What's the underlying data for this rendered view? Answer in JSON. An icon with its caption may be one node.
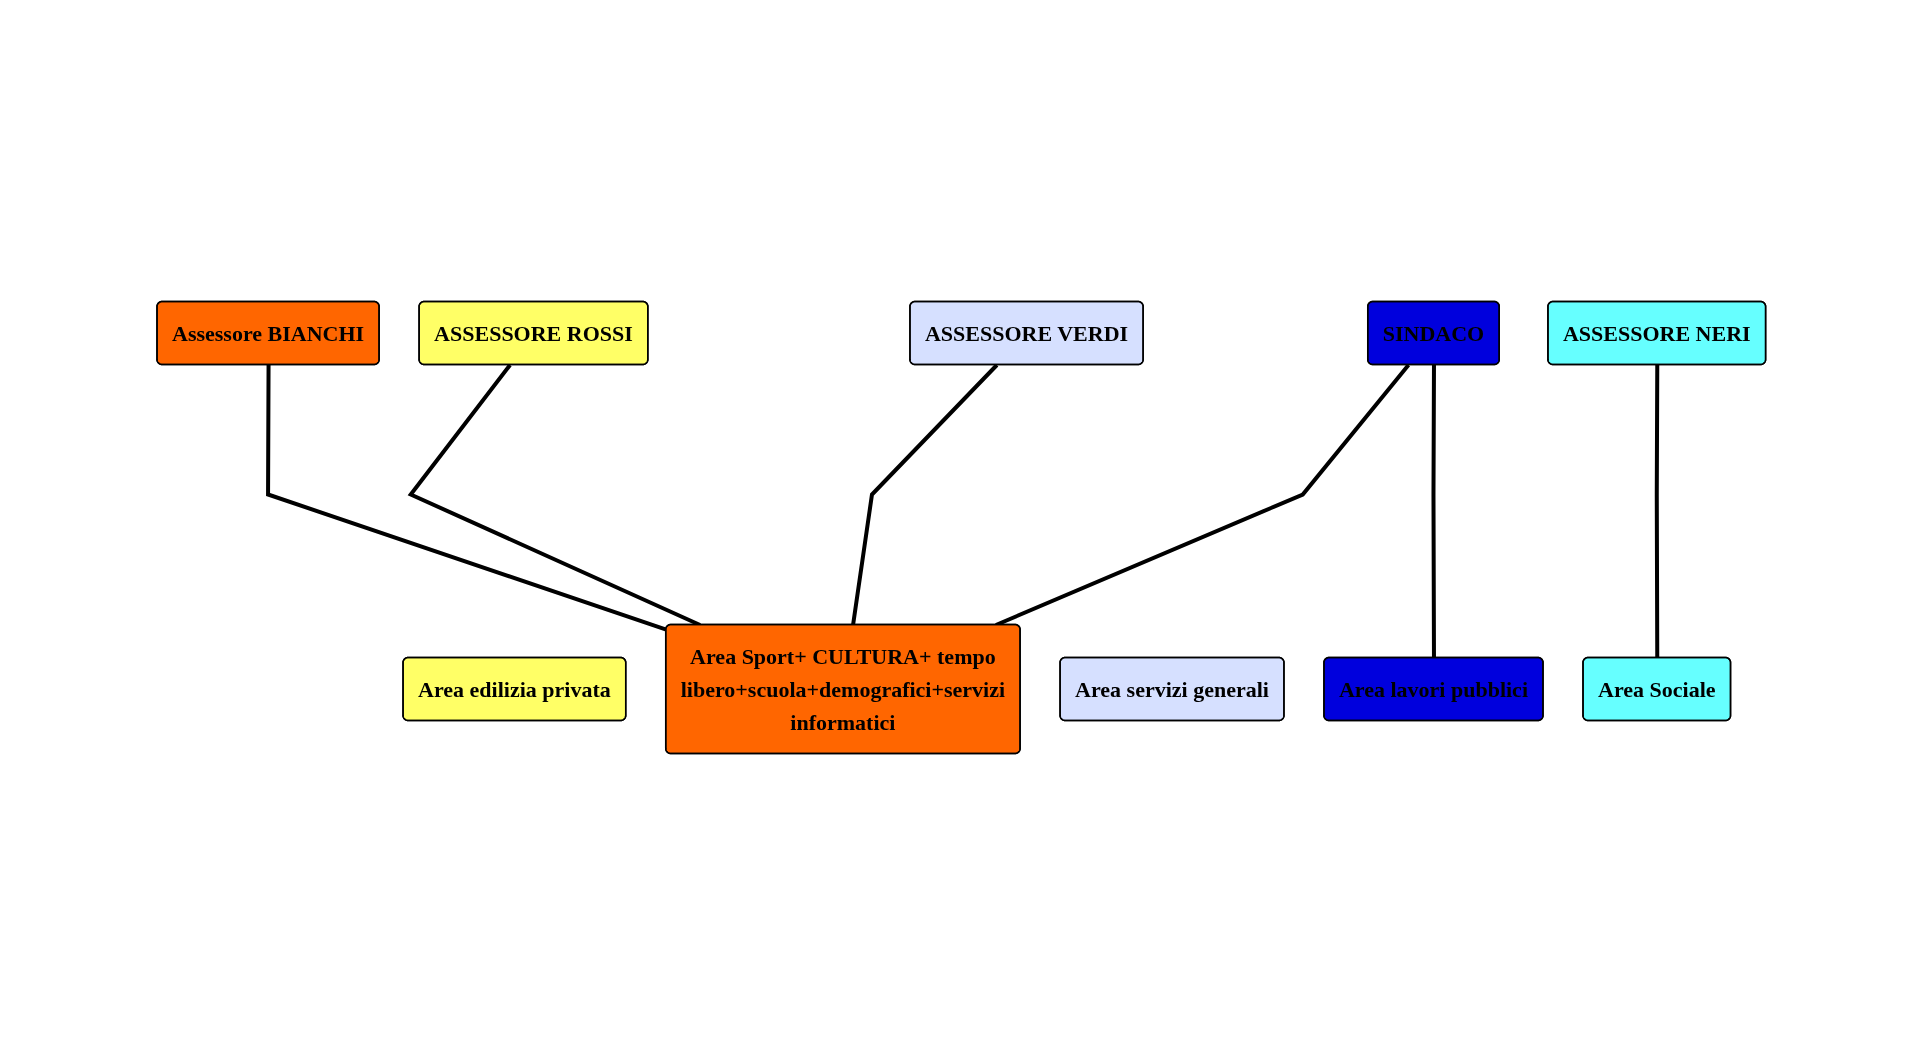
{
  "diagram": {
    "nodes": [
      {
        "text": [
          "Assessore BIANCHI"
        ]
      },
      {
        "text": [
          "ASSESSORE ROSSI"
        ]
      },
      {
        "text": [
          "ASSESSORE VERDI"
        ]
      },
      {
        "text": [
          "ASSESSORE NERI"
        ]
      },
      {
        "text": [
          "SINDACO"
        ]
      },
      {
        "text": [
          "Area Sport+ CULTURA+ tempo libero+scuola+demografici+servizi informatici"
        ]
      },
      {
        "text": [
          "Area edilizia privata"
        ]
      },
      {
        "text": [
          "Area servizi generali"
        ]
      },
      {
        "text": [
          "Area Sociale"
        ]
      },
      {
        "text": [
          "Area lavori pubblici"
        ]
      }
    ],
    "edges": [
      {
        "from": 0,
        "to": 5,
        "arrow": "none"
      },
      {
        "from": 1,
        "to": 5,
        "arrow": "none"
      },
      {
        "from": 2,
        "to": 5,
        "arrow": "none"
      },
      {
        "from": 4,
        "to": 5,
        "arrow": "none"
      },
      {
        "from": 3,
        "to": 8,
        "arrow": "none"
      },
      {
        "from": 4,
        "to": 9,
        "arrow": "none"
      }
    ]
  }
}
